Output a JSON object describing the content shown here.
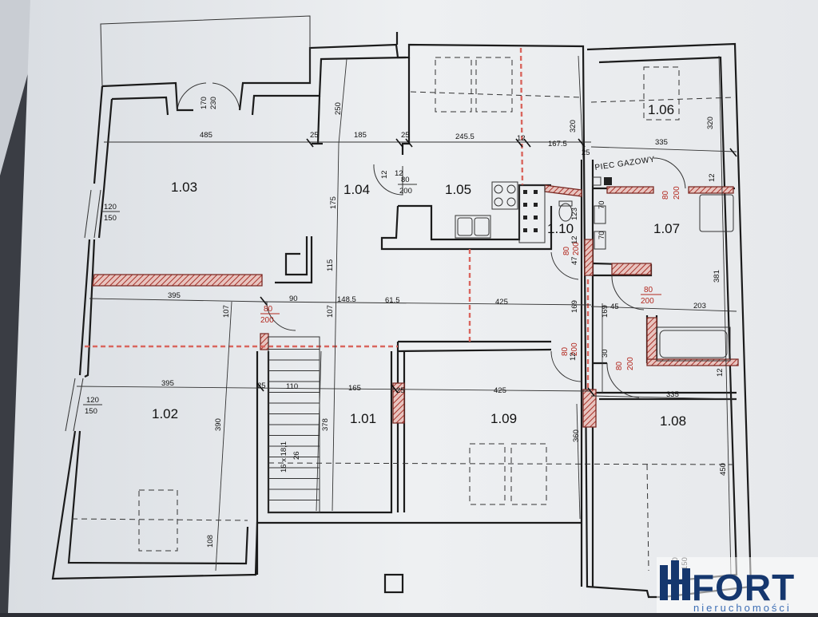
{
  "rooms": {
    "r101": "1.01",
    "r102": "1.02",
    "r103": "1.03",
    "r104": "1.04",
    "r105": "1.05",
    "r106": "1.06",
    "r107": "1.07",
    "r108": "1.08",
    "r109": "1.09",
    "r110": "1.10"
  },
  "labels": {
    "gas_stove": "PIEC GAZOWY",
    "stairs": "16 x 18,1",
    "stairs_width": "26"
  },
  "dimensions": {
    "d485": "485",
    "d25a": "25",
    "d185": "185",
    "d25b": "25",
    "d245_5": "245.5",
    "d12a": "12",
    "d167_5": "167.5",
    "d25c": "25",
    "d335a": "335",
    "d250": "250",
    "d170": "170",
    "d230": "230",
    "d320a": "320",
    "d320b": "320",
    "d175": "175",
    "d115": "115",
    "d12b": "12",
    "d395a": "395",
    "d90": "90",
    "d148_5": "148.5",
    "d61_5": "61.5",
    "d425a": "425",
    "d169a": "169",
    "d45": "45",
    "d203": "203",
    "d107a": "107",
    "d107b": "107",
    "d169b": "169",
    "d381": "381",
    "d395b": "395",
    "d25d": "25",
    "d110": "110",
    "d165": "165",
    "d25e": "25",
    "d425b": "425",
    "d335b": "335",
    "d390": "390",
    "d378": "378",
    "d360": "360",
    "d450": "450",
    "d108": "108",
    "d12c": "12",
    "d12d": "12",
    "d12e": "12",
    "d47": "47",
    "d12f": "12",
    "d123": "123",
    "d70a": "70",
    "d70b": "70",
    "d30": "30",
    "d12g": "12",
    "w120a": "120",
    "w150a": "150",
    "w120b": "120",
    "w150b": "150",
    "w120c": "120",
    "w150c": "150"
  },
  "doors": {
    "door_104_w": "80",
    "door_104_h": "200",
    "door_stair_w": "80",
    "door_stair_h": "200",
    "door_110_w": "80",
    "door_110_h": "200",
    "door_107_w": "80",
    "door_107_h": "200",
    "door_bath_w": "80",
    "door_bath_h": "200",
    "door_109_w": "80",
    "door_109_h": "200",
    "door_108_w": "80",
    "door_108_h": "200"
  },
  "logo": {
    "name": "FORT",
    "tagline": "nieruchomości"
  },
  "colors": {
    "paper": "#e9ecef",
    "wall": "#1b1b1b",
    "demolition_red": "#c0392b",
    "logo_blue": "#15376e"
  }
}
